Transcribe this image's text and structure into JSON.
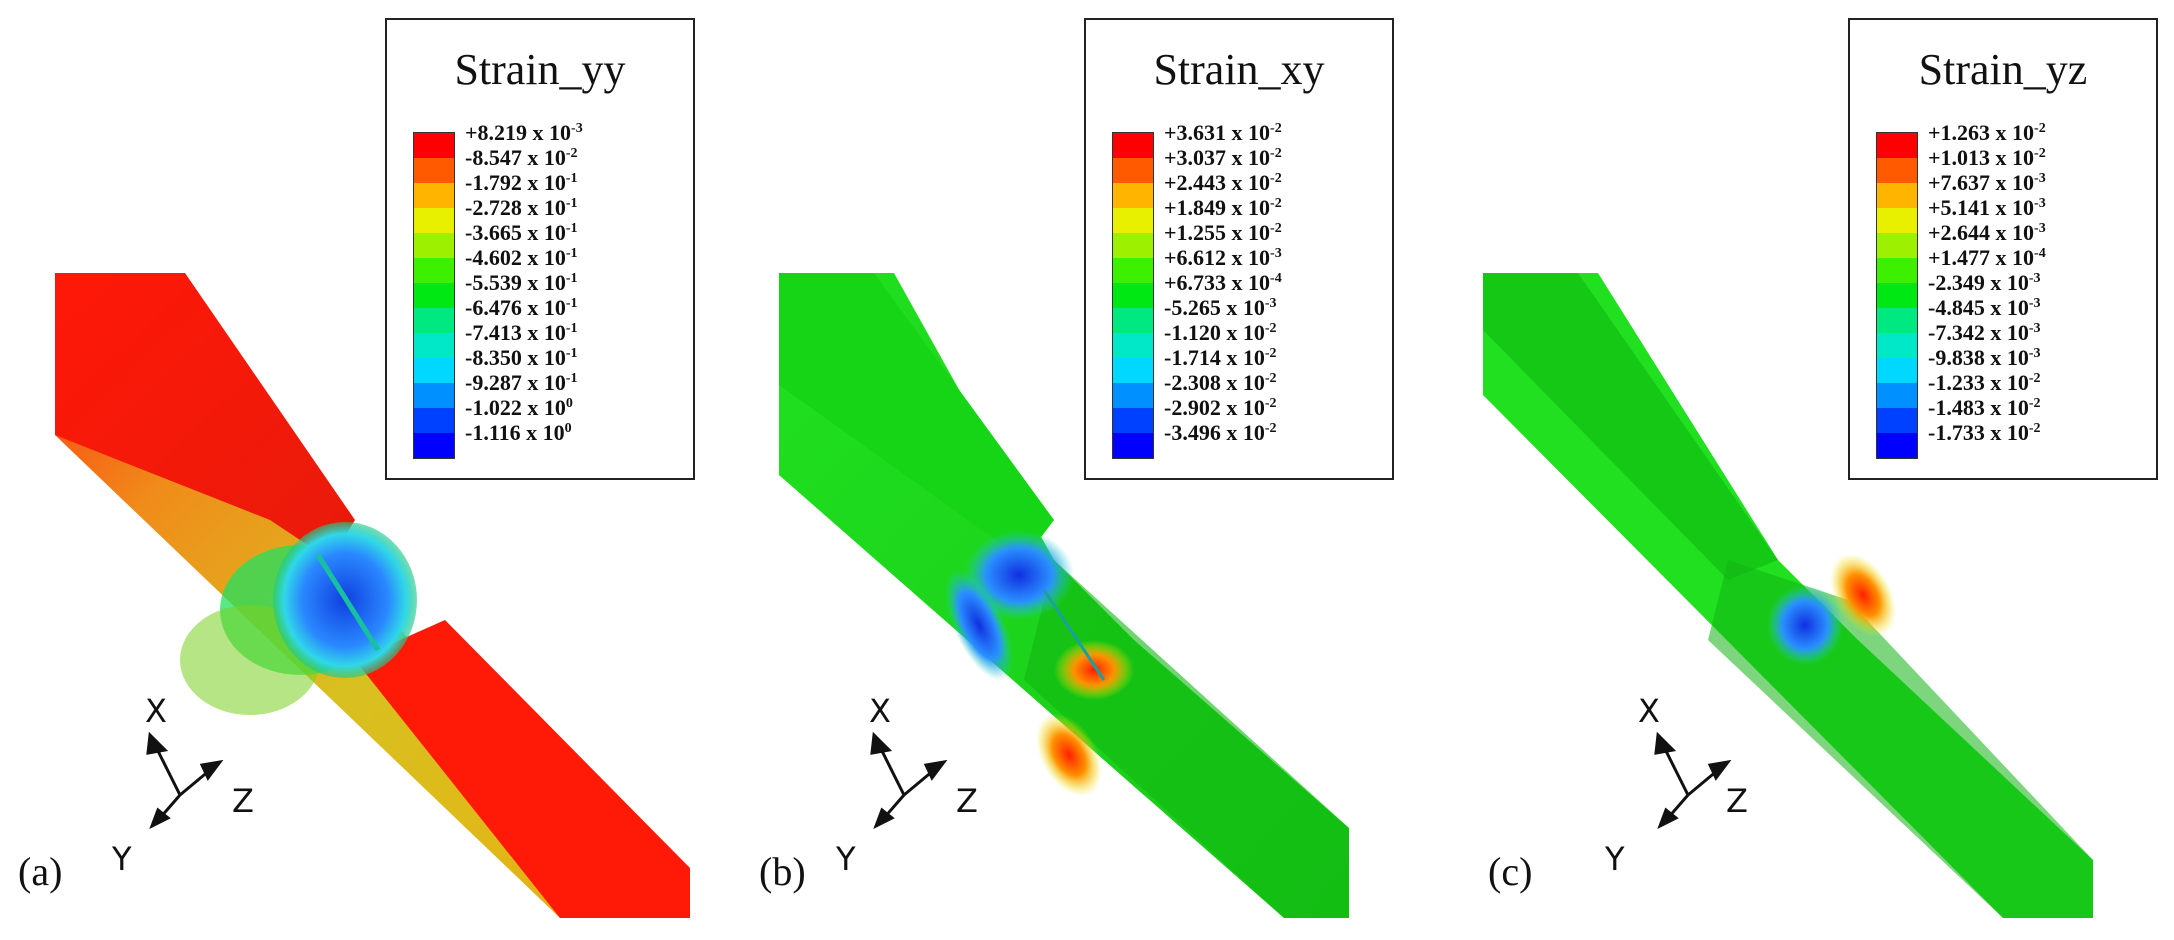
{
  "panels": [
    {
      "label": "(a)",
      "legend_title": "Strain_yy",
      "base_color": "#ff1a10",
      "legend": [
        {
          "mantissa": "+8.219 x 10",
          "exp": "-3",
          "color": "#ff0000"
        },
        {
          "mantissa": "-8.547 x 10",
          "exp": "-2",
          "color": "#ff5a00"
        },
        {
          "mantissa": "-1.792 x 10",
          "exp": "-1",
          "color": "#ffb400"
        },
        {
          "mantissa": "-2.728 x 10",
          "exp": "-1",
          "color": "#e8f000"
        },
        {
          "mantissa": "-3.665 x 10",
          "exp": "-1",
          "color": "#9cf000"
        },
        {
          "mantissa": "-4.602 x 10",
          "exp": "-1",
          "color": "#3cf000"
        },
        {
          "mantissa": "-5.539 x 10",
          "exp": "-1",
          "color": "#00e814"
        },
        {
          "mantissa": "-6.476 x 10",
          "exp": "-1",
          "color": "#00e880"
        },
        {
          "mantissa": "-7.413 x 10",
          "exp": "-1",
          "color": "#00e8c8"
        },
        {
          "mantissa": "-8.350 x 10",
          "exp": "-1",
          "color": "#00d8ff"
        },
        {
          "mantissa": "-9.287 x 10",
          "exp": "-1",
          "color": "#0090ff"
        },
        {
          "mantissa": "-1.022 x 10",
          "exp": "0",
          "color": "#0040ff"
        },
        {
          "mantissa": "-1.116 x 10",
          "exp": "0",
          "color": "#0000ff"
        }
      ]
    },
    {
      "label": "(b)",
      "legend_title": "Strain_xy",
      "base_color": "#19e619",
      "legend": [
        {
          "mantissa": "+3.631 x 10",
          "exp": "-2",
          "color": "#ff0000"
        },
        {
          "mantissa": "+3.037 x 10",
          "exp": "-2",
          "color": "#ff5a00"
        },
        {
          "mantissa": "+2.443 x 10",
          "exp": "-2",
          "color": "#ffb400"
        },
        {
          "mantissa": "+1.849 x 10",
          "exp": "-2",
          "color": "#e8f000"
        },
        {
          "mantissa": "+1.255 x 10",
          "exp": "-2",
          "color": "#9cf000"
        },
        {
          "mantissa": "+6.612 x 10",
          "exp": "-3",
          "color": "#3cf000"
        },
        {
          "mantissa": "+6.733 x 10",
          "exp": "-4",
          "color": "#00e814"
        },
        {
          "mantissa": "-5.265 x 10",
          "exp": "-3",
          "color": "#00e880"
        },
        {
          "mantissa": "-1.120 x 10",
          "exp": "-2",
          "color": "#00e8c8"
        },
        {
          "mantissa": "-1.714 x 10",
          "exp": "-2",
          "color": "#00d8ff"
        },
        {
          "mantissa": "-2.308 x 10",
          "exp": "-2",
          "color": "#0090ff"
        },
        {
          "mantissa": "-2.902 x 10",
          "exp": "-2",
          "color": "#0040ff"
        },
        {
          "mantissa": "-3.496 x 10",
          "exp": "-2",
          "color": "#0000ff"
        }
      ]
    },
    {
      "label": "(c)",
      "legend_title": "Strain_yz",
      "base_color": "#19e619",
      "legend": [
        {
          "mantissa": "+1.263 x 10",
          "exp": "-2",
          "color": "#ff0000"
        },
        {
          "mantissa": "+1.013 x 10",
          "exp": "-2",
          "color": "#ff5a00"
        },
        {
          "mantissa": "+7.637 x 10",
          "exp": "-3",
          "color": "#ffb400"
        },
        {
          "mantissa": "+5.141 x 10",
          "exp": "-3",
          "color": "#e8f000"
        },
        {
          "mantissa": "+2.644 x 10",
          "exp": "-3",
          "color": "#9cf000"
        },
        {
          "mantissa": "+1.477 x 10",
          "exp": "-4",
          "color": "#3cf000"
        },
        {
          "mantissa": "-2.349 x 10",
          "exp": "-3",
          "color": "#00e814"
        },
        {
          "mantissa": "-4.845 x 10",
          "exp": "-3",
          "color": "#00e880"
        },
        {
          "mantissa": "-7.342 x 10",
          "exp": "-3",
          "color": "#00e8c8"
        },
        {
          "mantissa": "-9.838 x 10",
          "exp": "-3",
          "color": "#00d8ff"
        },
        {
          "mantissa": "-1.233 x 10",
          "exp": "-2",
          "color": "#0090ff"
        },
        {
          "mantissa": "-1.483 x 10",
          "exp": "-2",
          "color": "#0040ff"
        },
        {
          "mantissa": "-1.733 x 10",
          "exp": "-2",
          "color": "#0000ff"
        }
      ]
    }
  ],
  "axes": {
    "x": "X",
    "y": "Y",
    "z": "Z"
  }
}
